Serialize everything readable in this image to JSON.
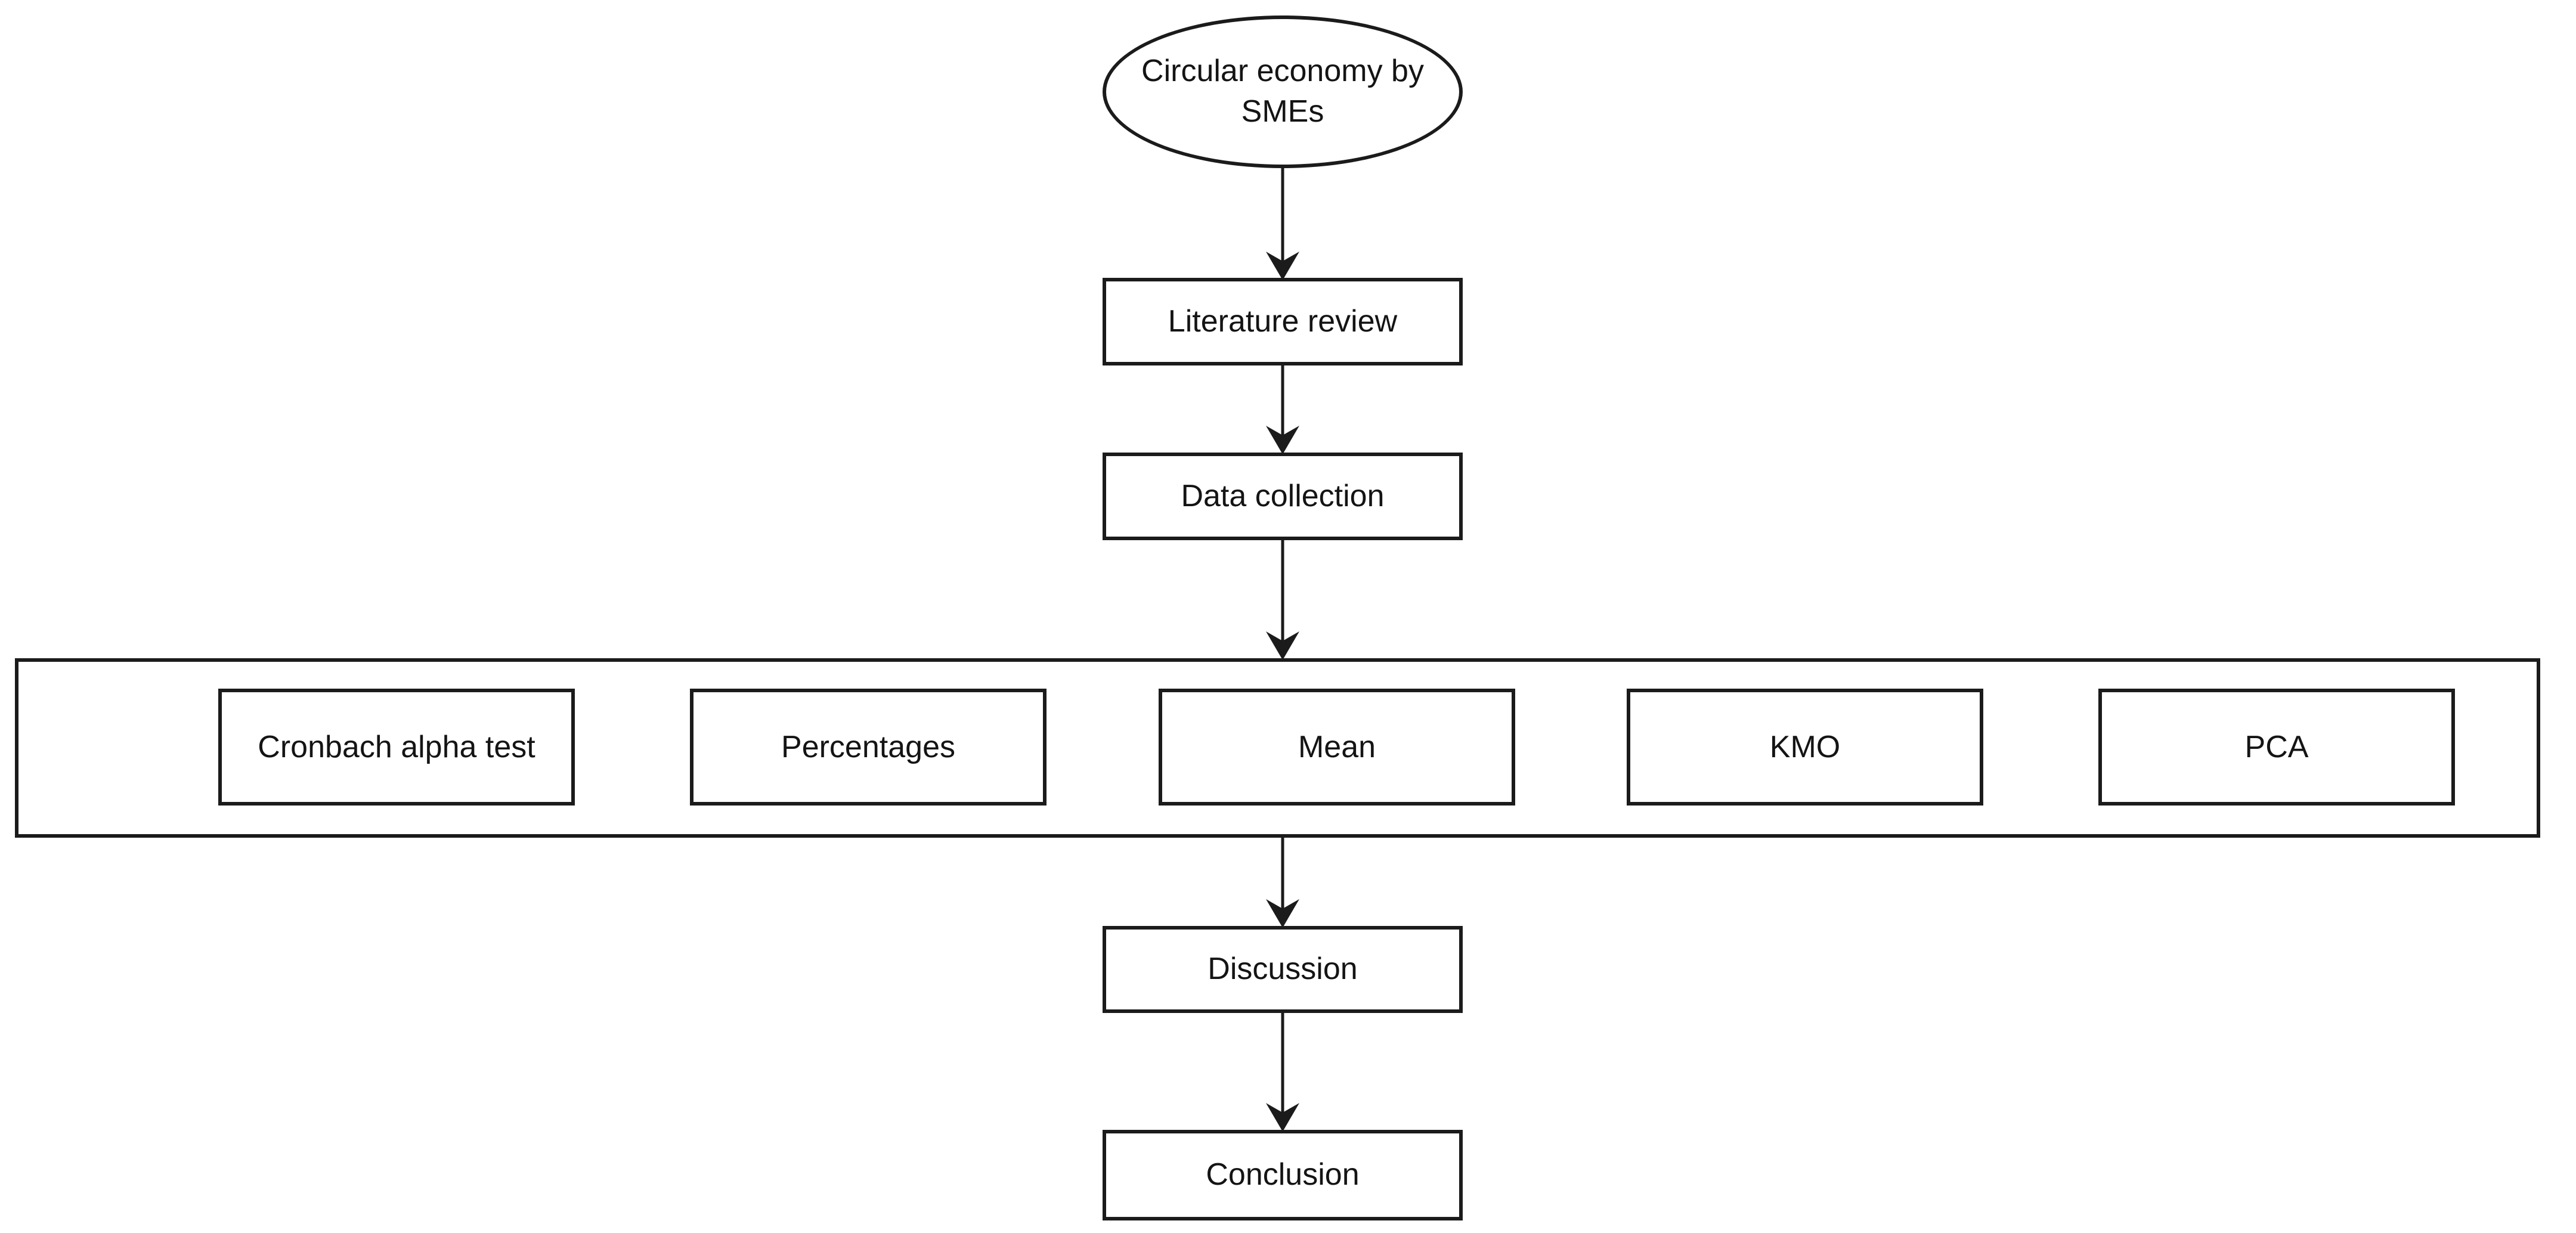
{
  "diagram": {
    "type": "flowchart",
    "start_node": {
      "label": "Circular economy by SMEs",
      "shape": "ellipse"
    },
    "flow_nodes": [
      {
        "id": "literature-review",
        "label": "Literature review"
      },
      {
        "id": "data-collection",
        "label": "Data collection"
      }
    ],
    "methods_group": {
      "items": [
        {
          "id": "cronbach-alpha-test",
          "label": "Cronbach alpha test"
        },
        {
          "id": "percentages",
          "label": "Percentages"
        },
        {
          "id": "mean",
          "label": "Mean"
        },
        {
          "id": "kmo",
          "label": "KMO"
        },
        {
          "id": "pca",
          "label": "PCA"
        }
      ]
    },
    "end_nodes": [
      {
        "id": "discussion",
        "label": "Discussion"
      },
      {
        "id": "conclusion",
        "label": "Conclusion"
      }
    ],
    "colors": {
      "stroke": "#1b1b1b",
      "text": "#141414",
      "background": "#ffffff"
    }
  }
}
